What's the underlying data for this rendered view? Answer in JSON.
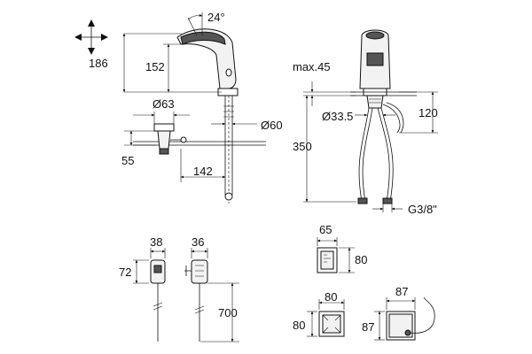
{
  "icons": {
    "move": "four-way-arrow-icon"
  },
  "faucet_side": {
    "angle": "24°",
    "height_total": "186",
    "height_spout": "152",
    "waste_diameter": "Ø63",
    "hole_diameter": "Ø60",
    "waste_depth": "55",
    "reach": "142"
  },
  "faucet_front": {
    "max_thickness": "max.45",
    "shank_diameter": "Ø33.5",
    "height_body": "120",
    "hose_length": "350",
    "thread": "G3/8\""
  },
  "control_unit": {
    "width_a": "38",
    "width_b": "36",
    "height": "72",
    "cable_length": "700"
  },
  "box_small": {
    "width": "65",
    "height": "80"
  },
  "box_square": {
    "width": "80",
    "height": "80"
  },
  "box_cable": {
    "width": "87",
    "height": "87"
  }
}
